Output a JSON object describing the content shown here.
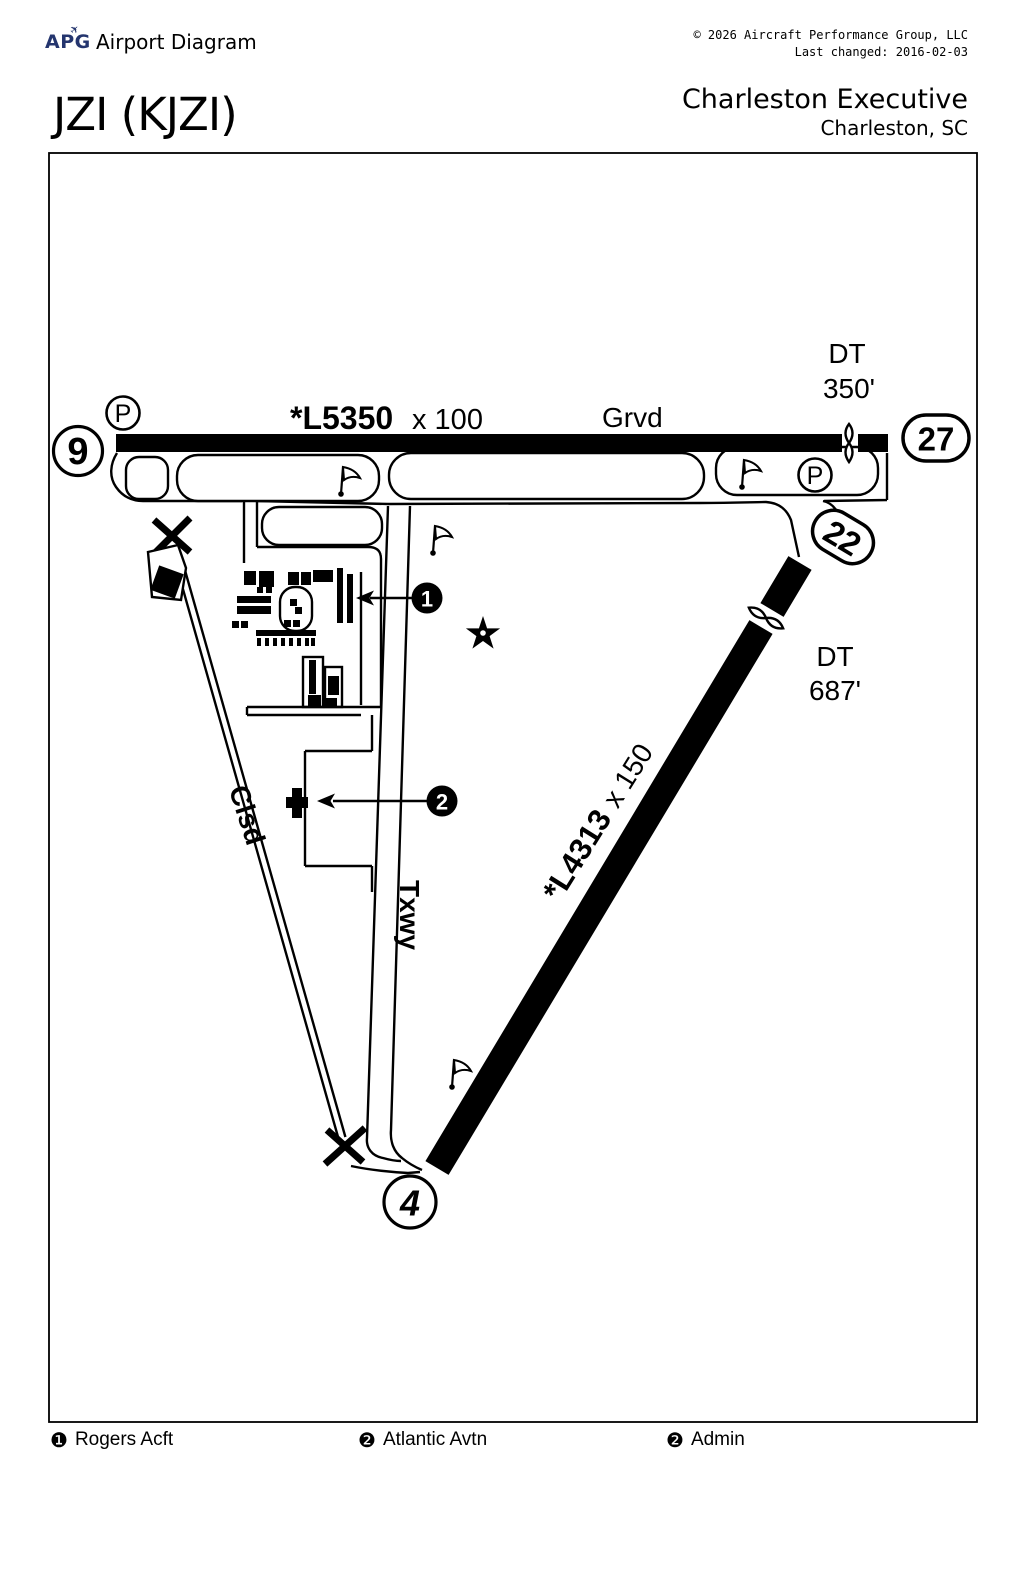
{
  "header": {
    "logo_text": "APG",
    "plane_icon": "✈",
    "app_title": "Airport Diagram",
    "copyright": "© 2026 Aircraft Performance Group, LLC",
    "last_changed": "Last changed: 2016-02-03"
  },
  "airport": {
    "code": "JZI (KJZI)",
    "name": "Charleston Executive",
    "city": "Charleston, SC"
  },
  "diagram": {
    "runway_9_27": {
      "length_label": "*L5350",
      "width_label": "x 100",
      "surface": "Grvd",
      "end_left": "9",
      "end_right": "27",
      "dt_label": "DT",
      "dt_value": "350'"
    },
    "runway_4_22": {
      "length_label": "*L4313",
      "width_label": "x 150",
      "end_top": "22",
      "end_bottom": "4",
      "dt_label": "DT",
      "dt_value": "687'"
    },
    "closed_runway_label": "Clsd",
    "taxiway_label": "Txwy",
    "parking_label": "P",
    "marker_1": "1",
    "marker_2": "2"
  },
  "legend": {
    "items": [
      {
        "symbol": "❶",
        "label": "Rogers Acft"
      },
      {
        "symbol": "❷",
        "label": "Atlantic Avtn"
      },
      {
        "symbol": "❷",
        "label": "Admin"
      }
    ]
  },
  "colors": {
    "ink": "#000000",
    "logo": "#24356e"
  }
}
